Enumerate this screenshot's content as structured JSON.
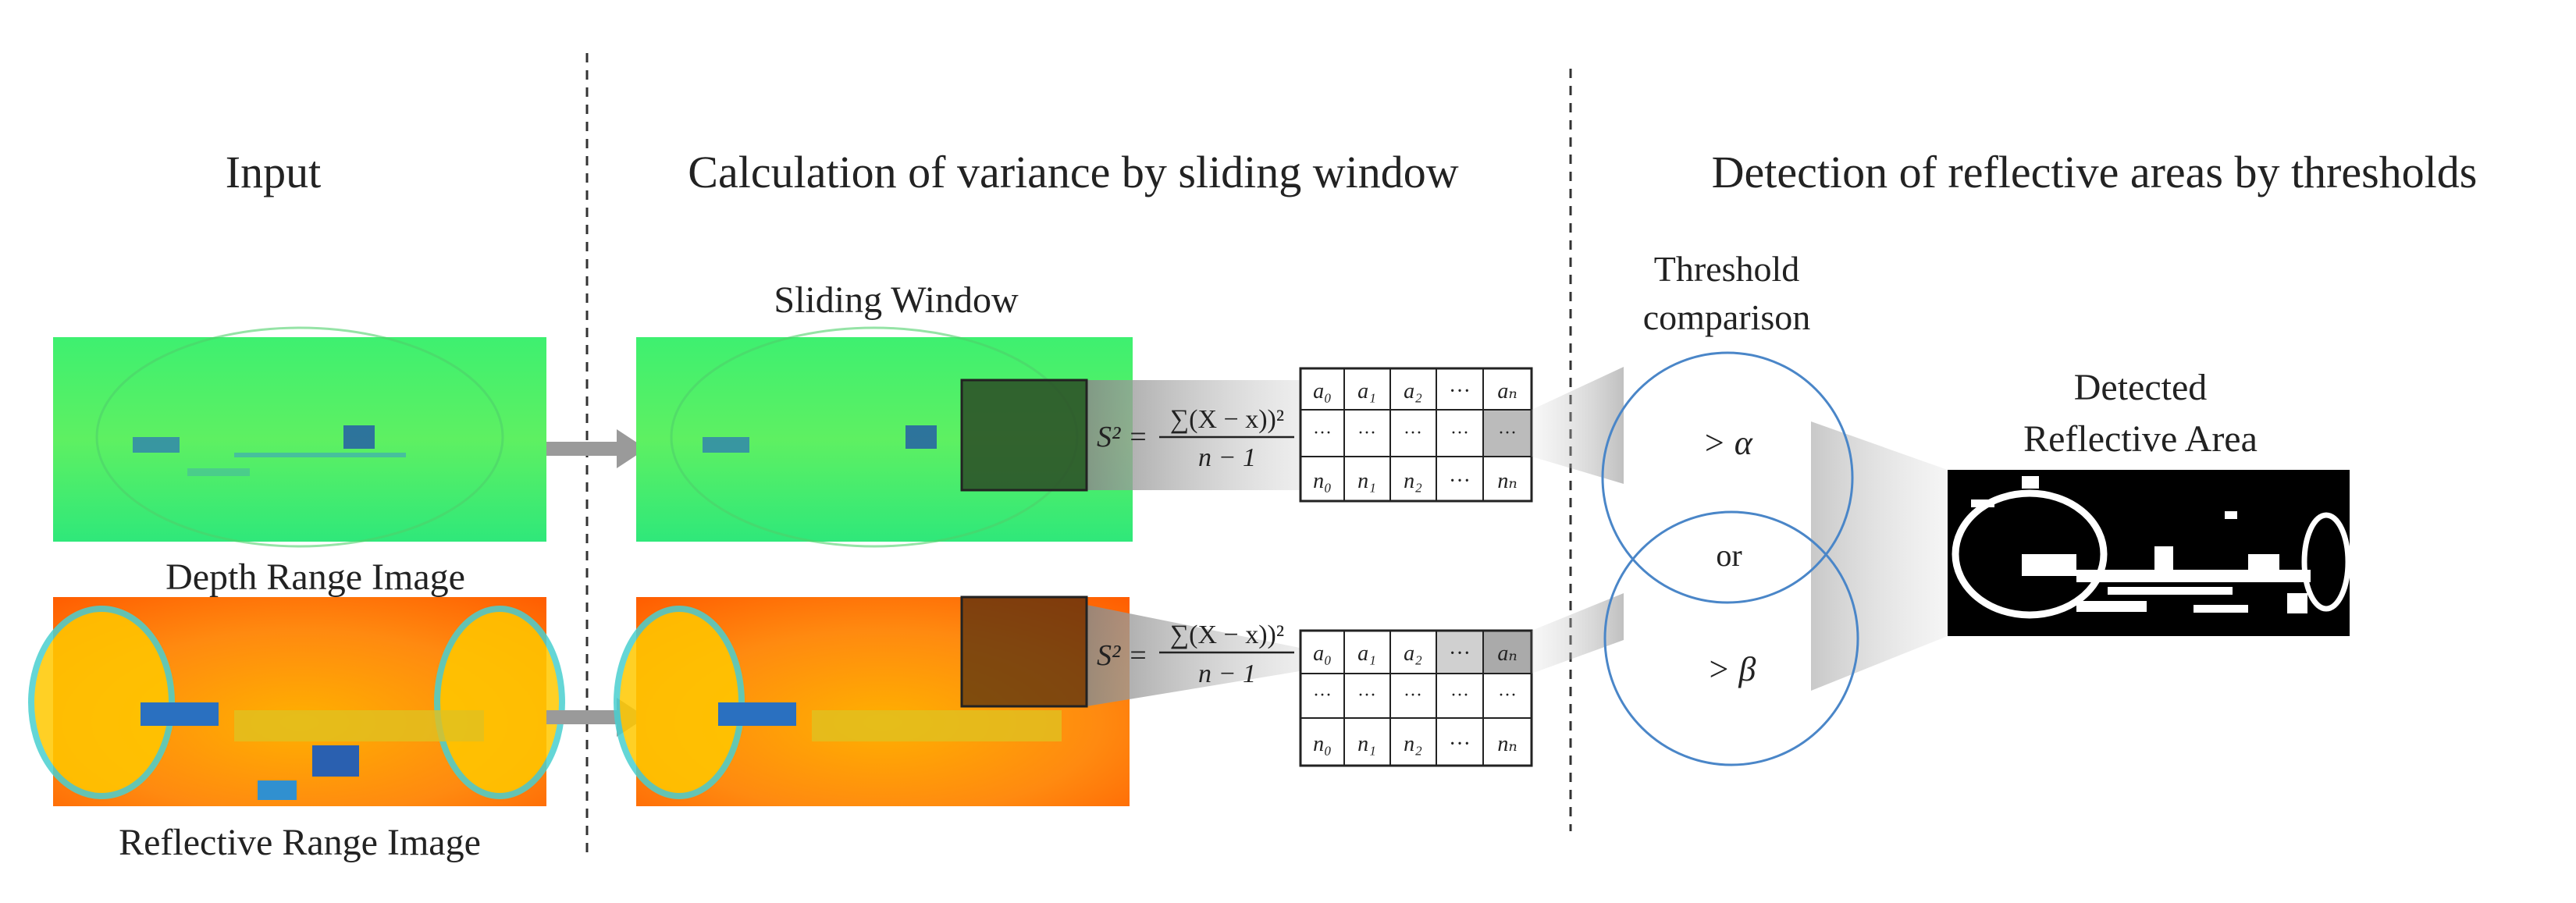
{
  "sections": {
    "input_title": "Input",
    "variance_title": "Calculation of variance by sliding window",
    "detection_title": "Detection of reflective areas by thresholds"
  },
  "labels": {
    "depth_image": "Depth Range Image",
    "reflective_image": "Reflective Range Image",
    "sliding_window": "Sliding Window",
    "threshold_line1": "Threshold",
    "threshold_line2": "comparison",
    "detected_line1": "Detected",
    "detected_line2": "Reflective Area",
    "or": "or"
  },
  "formula": {
    "lhs": "S² =",
    "numerator": "∑(X − x))²",
    "denominator": "n − 1"
  },
  "matrix": {
    "row_top": [
      "a₀",
      "a₁",
      "a₂",
      "···",
      "aₙ"
    ],
    "row_mid": [
      "···",
      "···",
      "···",
      "···",
      "···"
    ],
    "row_bottom": [
      "n₀",
      "n₁",
      "n₂",
      "···",
      "nₙ"
    ]
  },
  "thresholds": {
    "alpha": "> α",
    "beta": "> β"
  },
  "colors": {
    "circle_stroke": "#4a86c8",
    "depth_green": "#33ee66",
    "reflective_orange": "#ff8a10",
    "window_fill": "#2a4a24"
  }
}
